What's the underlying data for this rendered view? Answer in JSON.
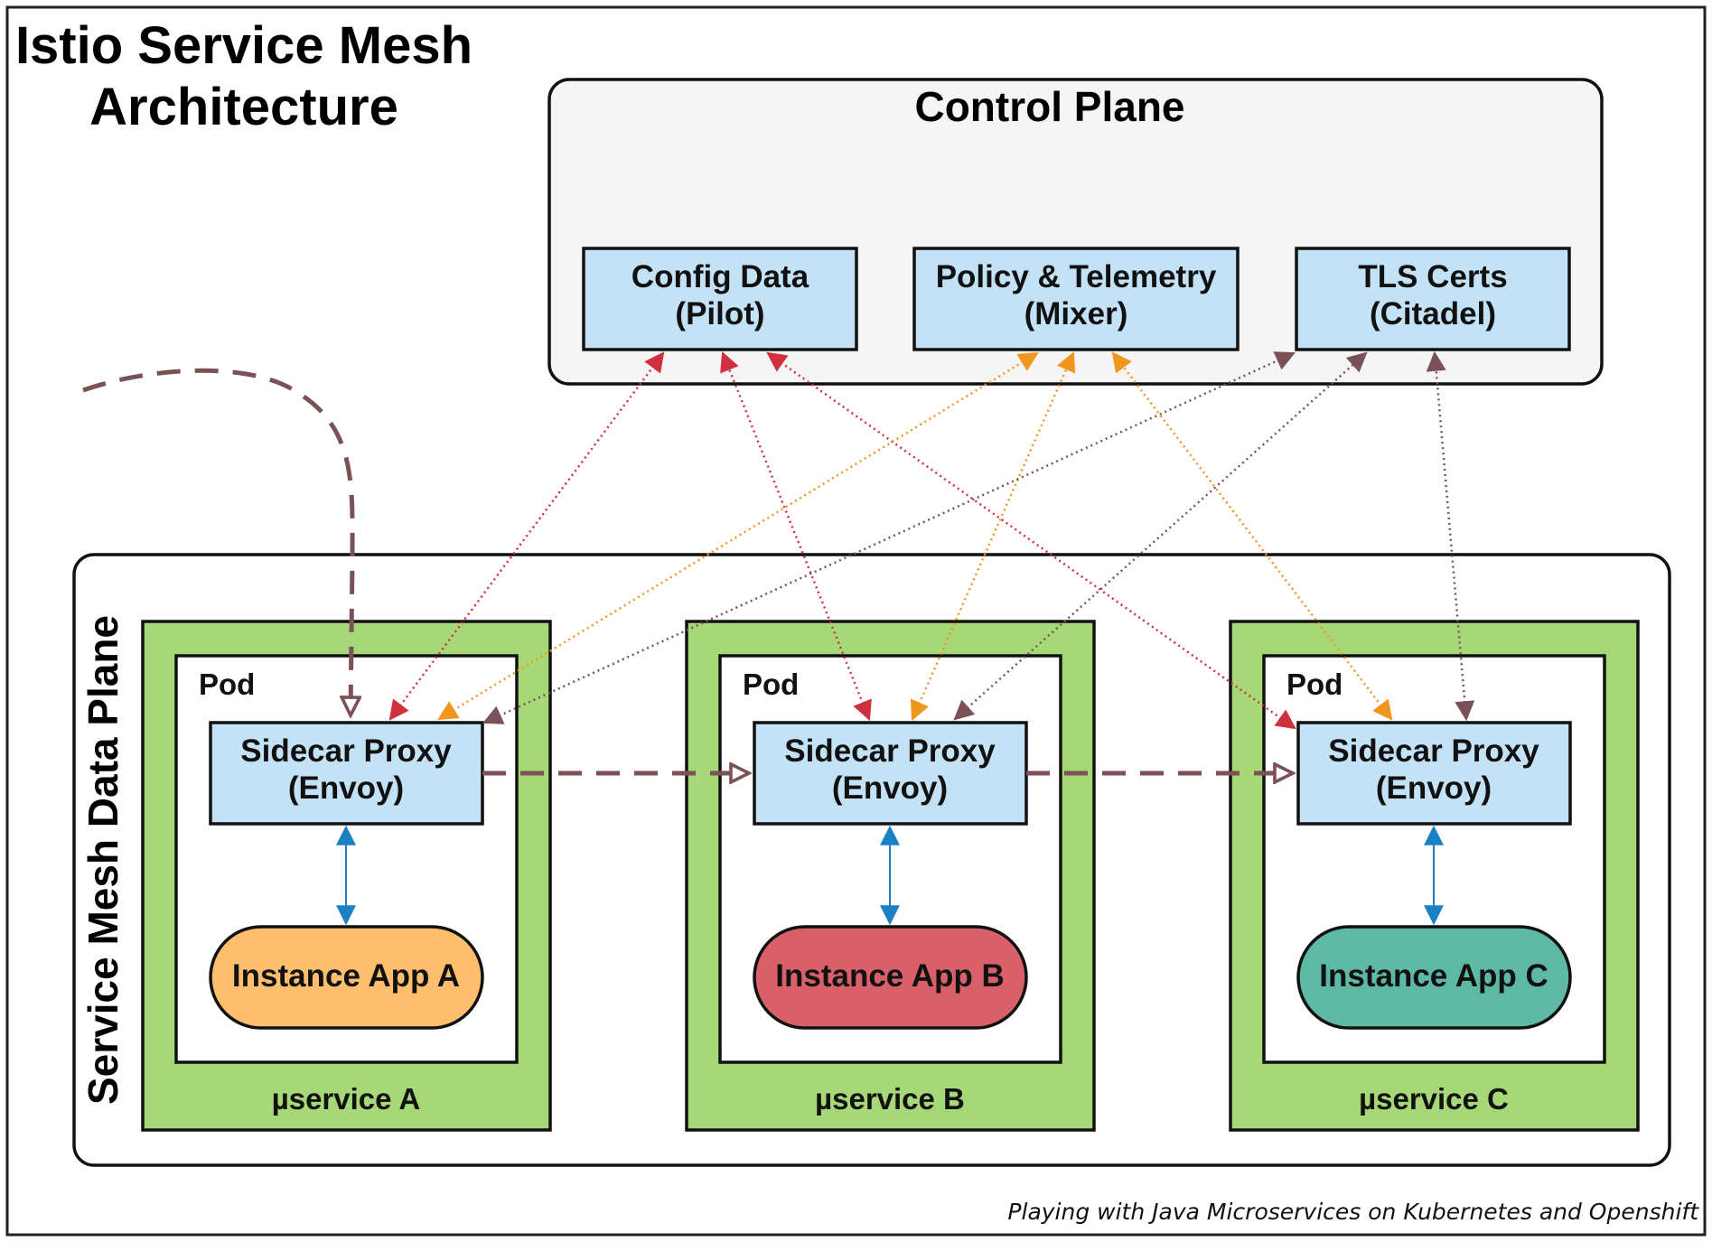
{
  "title": [
    "Istio Service Mesh",
    "Architecture"
  ],
  "control_plane": {
    "label": "Control Plane",
    "components": [
      {
        "id": "pilot",
        "line1": "Config Data",
        "line2": "(Pilot)"
      },
      {
        "id": "mixer",
        "line1": "Policy & Telemetry",
        "line2": "(Mixer)"
      },
      {
        "id": "citadel",
        "line1": "TLS Certs",
        "line2": "(Citadel)"
      }
    ]
  },
  "data_plane": {
    "label": "Service Mesh Data Plane",
    "services": [
      {
        "id": "a",
        "name": "µservice A",
        "pod_label": "Pod",
        "proxy_line1": "Sidecar Proxy",
        "proxy_line2": "(Envoy)",
        "app_label": "Instance App A",
        "app_color": "#FDBE6E"
      },
      {
        "id": "b",
        "name": "µservice B",
        "pod_label": "Pod",
        "proxy_line1": "Sidecar Proxy",
        "proxy_line2": "(Envoy)",
        "app_label": "Instance App B",
        "app_color": "#D9606A"
      },
      {
        "id": "c",
        "name": "µservice C",
        "pod_label": "Pod",
        "proxy_line1": "Sidecar Proxy",
        "proxy_line2": "(Envoy)",
        "app_label": "Instance App C",
        "app_color": "#5DB8A4"
      }
    ]
  },
  "colors": {
    "component_fill": "#C3E2F5",
    "service_fill": "#A6D878",
    "control_plane_fill": "#F5F5F5",
    "pilot_arrow": "#D1303F",
    "mixer_arrow": "#F0961E",
    "citadel_arrow": "#7A5256",
    "request_flow": "#7A5256",
    "app_link": "#1A82C4"
  },
  "caption": "Playing with Java Microservices on Kubernetes and Openshift"
}
